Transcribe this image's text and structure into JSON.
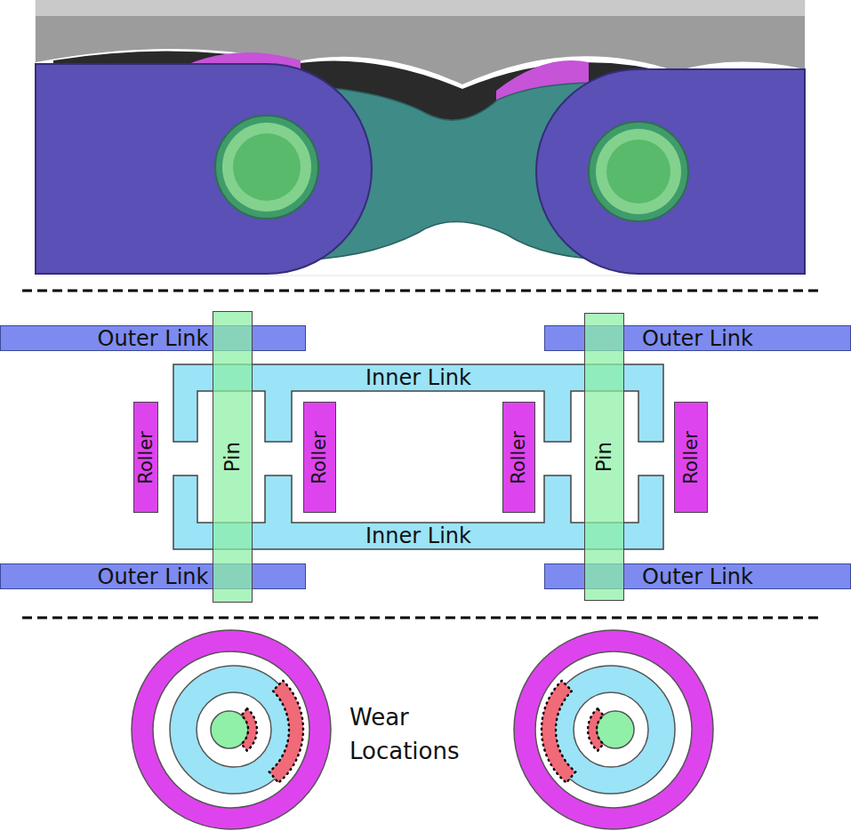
{
  "diagram": {
    "nodes": [
      {
        "text": [
          "Outer Link"
        ]
      },
      {
        "text": [
          "Outer Link"
        ]
      },
      {
        "text": [
          "Inner Link"
        ]
      },
      {
        "text": [
          "Roller"
        ]
      },
      {
        "text": [
          "Pin"
        ]
      },
      {
        "text": [
          "Roller"
        ]
      },
      {
        "text": [
          "Roller"
        ]
      },
      {
        "text": [
          "Pin"
        ]
      },
      {
        "text": [
          "Roller"
        ]
      },
      {
        "text": [
          "Inner Link"
        ]
      },
      {
        "text": [
          "Outer Link"
        ]
      },
      {
        "text": [
          "Outer Link"
        ]
      }
    ],
    "labels": [
      "Wear Locations"
    ]
  }
}
